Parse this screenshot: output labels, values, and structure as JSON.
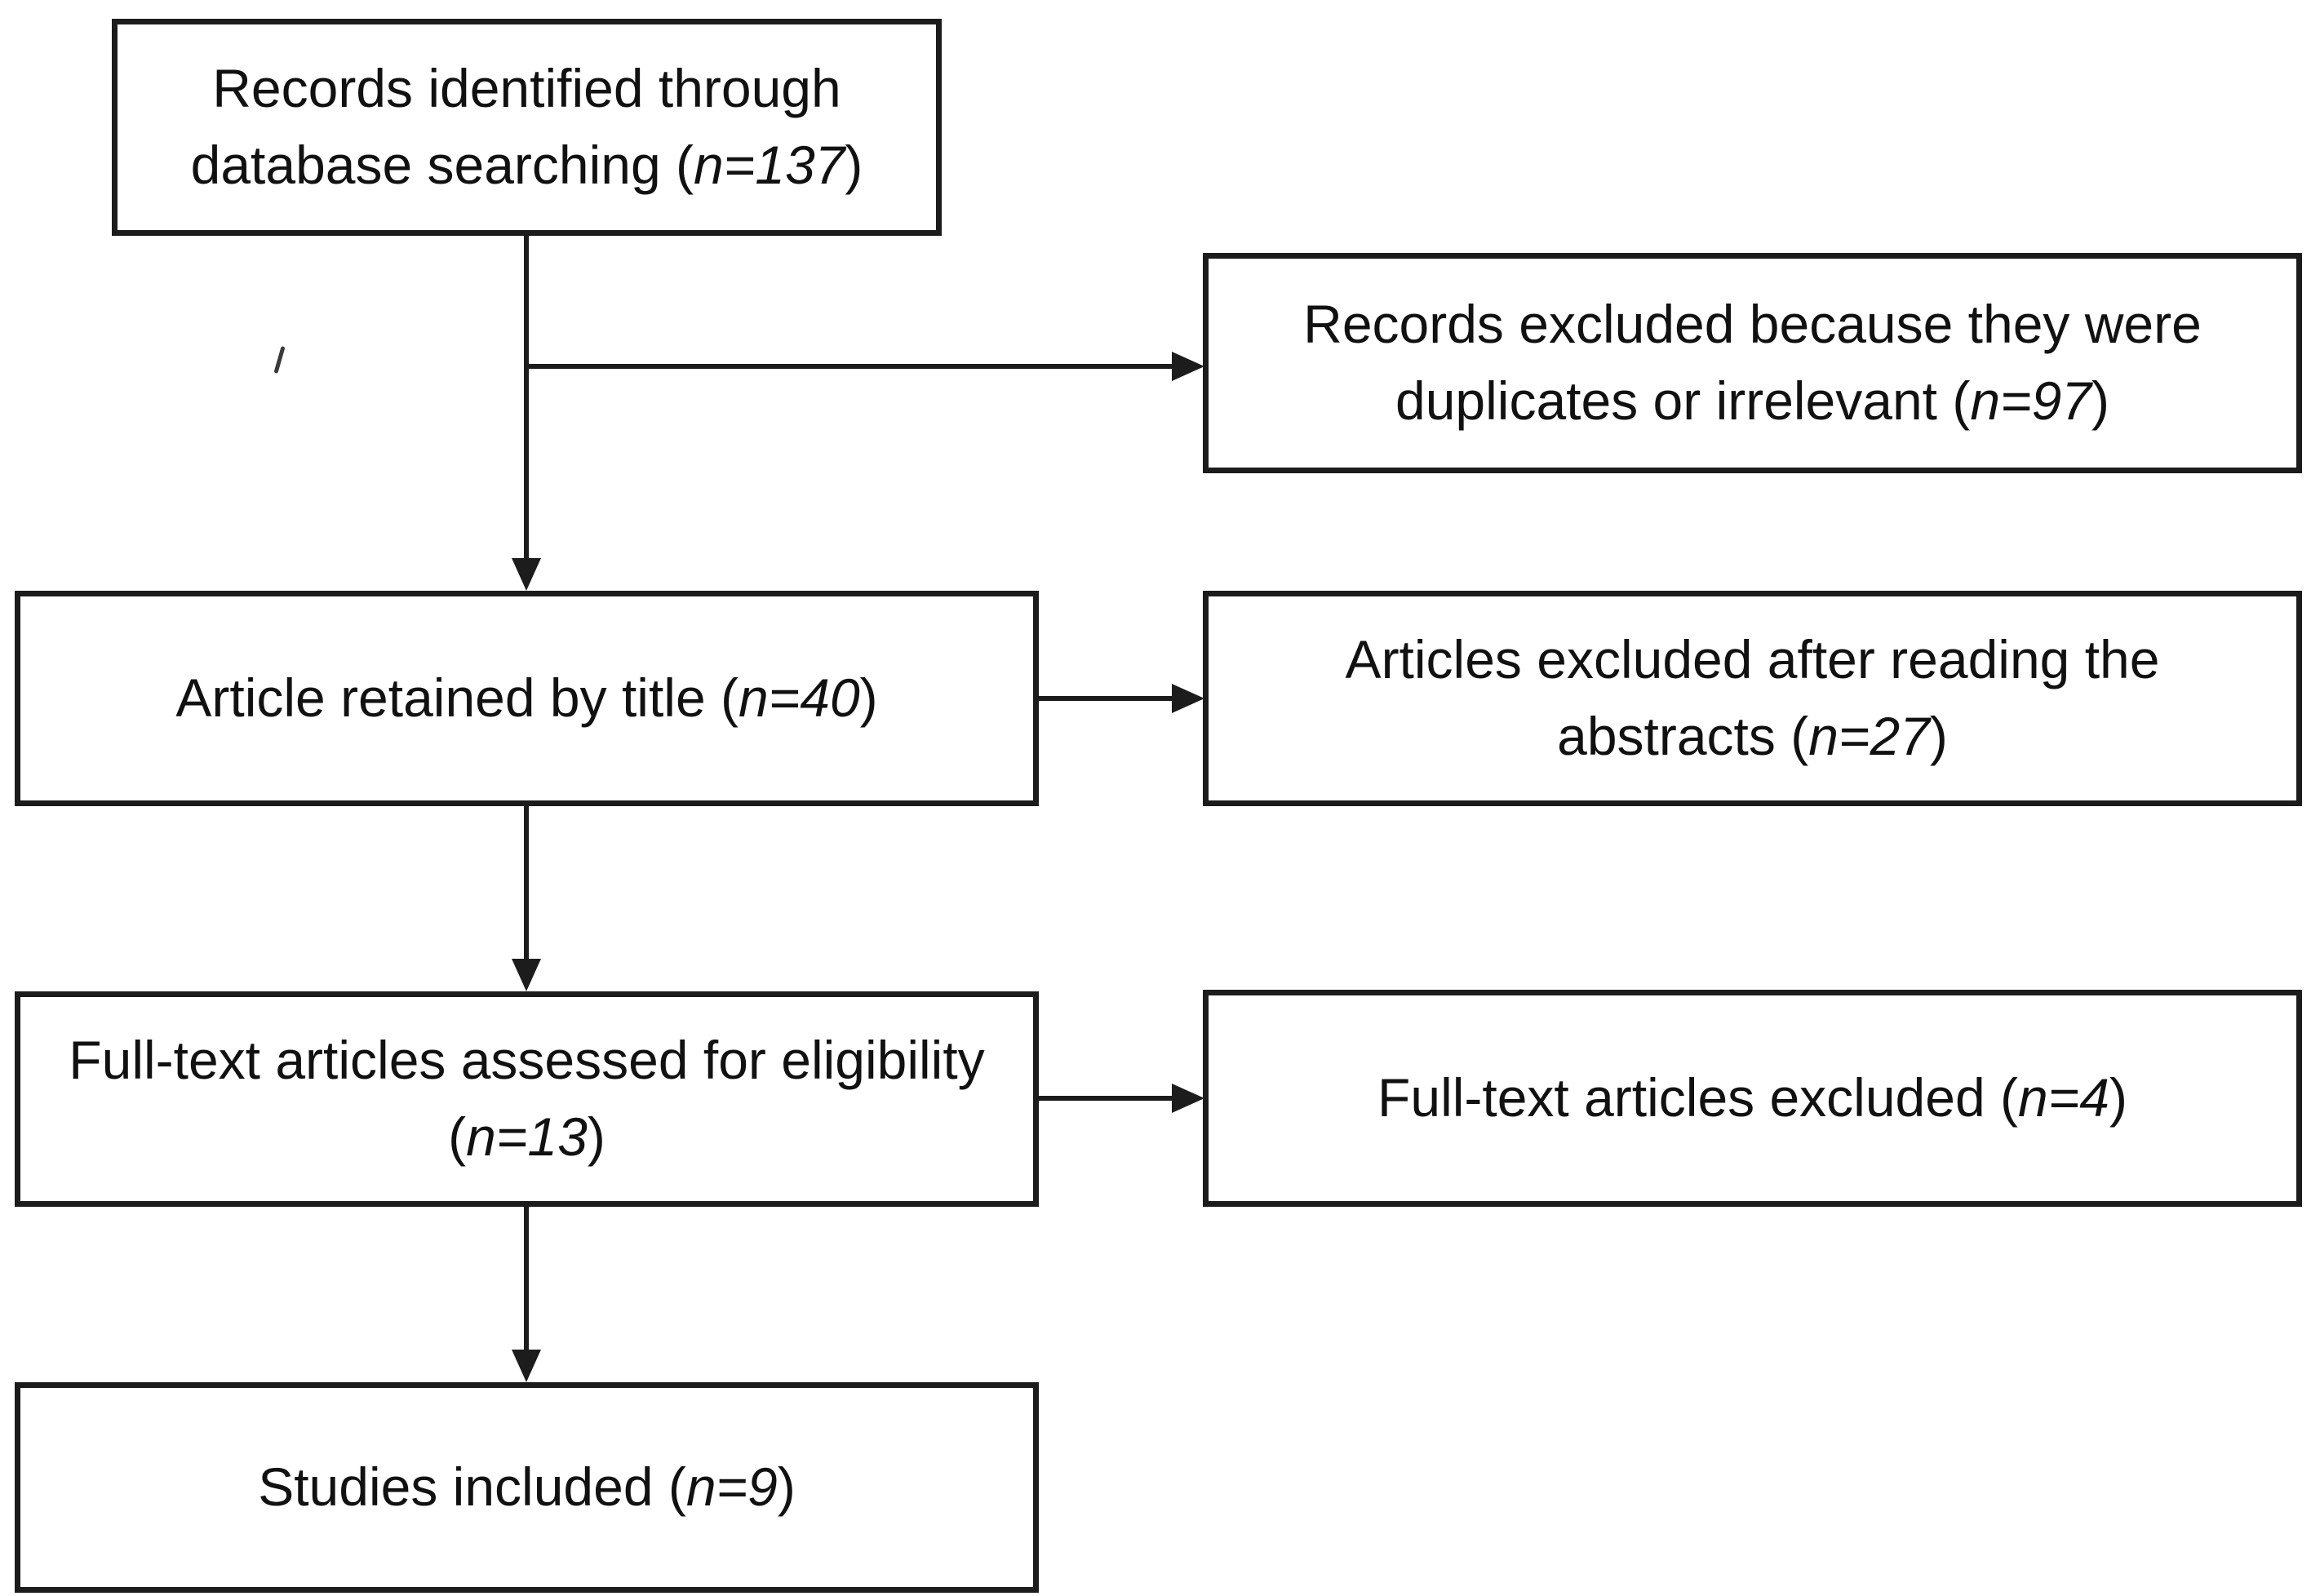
{
  "figure": {
    "type": "prisma-flow-diagram",
    "background_color": "#ffffff",
    "border_color": "#1c1c1c",
    "text_color": "#111111"
  },
  "nodes": [
    {
      "id": "identified",
      "count": 137,
      "prefix": "Records identified through database searching (",
      "n": "n=137",
      "suffix": ")"
    },
    {
      "id": "records-excluded",
      "count": 97,
      "prefix": "Records excluded because they were duplicates or irrelevant (",
      "n": "n=97",
      "suffix": ")"
    },
    {
      "id": "retained-by-title",
      "count": 40,
      "prefix": "Article retained by title (",
      "n": "n=40",
      "suffix": ")"
    },
    {
      "id": "excluded-after-abstracts",
      "count": 27,
      "prefix": "Articles excluded after reading the abstracts (",
      "n": "n=27",
      "suffix": ")"
    },
    {
      "id": "fulltext-assessed",
      "count": 13,
      "prefix": "Full-text articles assessed for eligibility (",
      "n": "n=13",
      "suffix": ")"
    },
    {
      "id": "fulltext-excluded",
      "count": 4,
      "prefix": "Full-text articles excluded (",
      "n": "n=4",
      "suffix": ")"
    },
    {
      "id": "studies-included",
      "count": 9,
      "prefix": "Studies included (",
      "n": "n=9",
      "suffix": ")"
    }
  ],
  "edges": [
    {
      "from": "identified",
      "to": "retained-by-title",
      "direction": "down"
    },
    {
      "from": "identified",
      "to": "records-excluded",
      "direction": "right"
    },
    {
      "from": "retained-by-title",
      "to": "fulltext-assessed",
      "direction": "down"
    },
    {
      "from": "retained-by-title",
      "to": "excluded-after-abstracts",
      "direction": "right"
    },
    {
      "from": "fulltext-assessed",
      "to": "studies-included",
      "direction": "down"
    },
    {
      "from": "fulltext-assessed",
      "to": "fulltext-excluded",
      "direction": "right"
    }
  ]
}
